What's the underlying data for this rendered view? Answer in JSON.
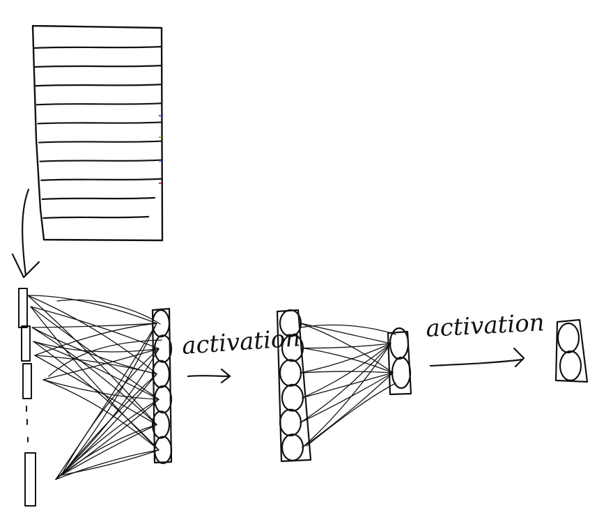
{
  "annotations": {
    "activation_1": "activation",
    "activation_2": "activation"
  },
  "diagram": {
    "input_table_rows": 10,
    "input_vector_segments": 4,
    "layer1_neurons": 6,
    "layer2_neurons": 6,
    "layer3_neurons": 2,
    "output_neurons": 2
  }
}
